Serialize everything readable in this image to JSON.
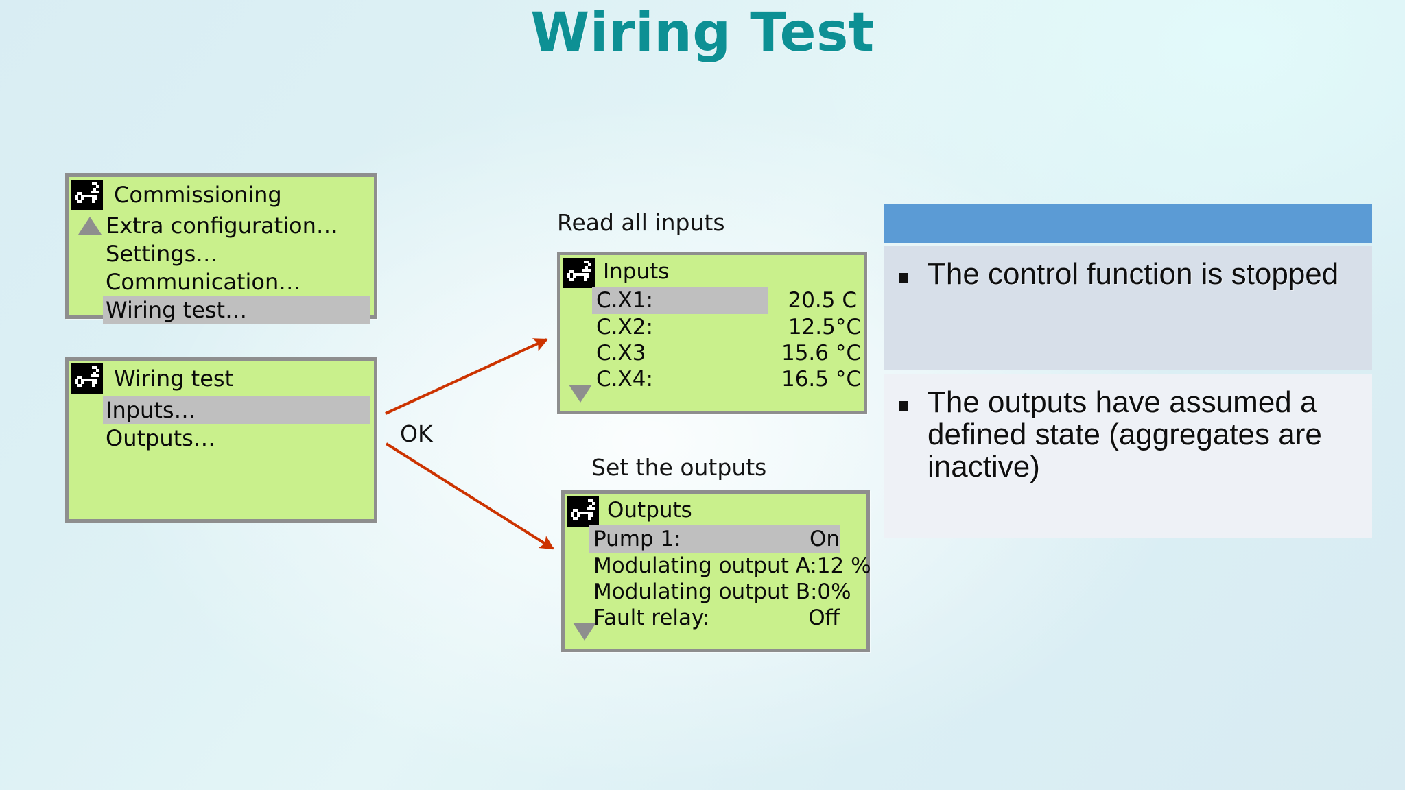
{
  "title": "Wiring Test",
  "theme": {
    "title_color": "#0d9094",
    "lcd_background": "#c9f08c",
    "lcd_border": "#8e8e8e",
    "lcd_selected": "#bfbfbf",
    "arrow_color": "#cc3300",
    "callout_header": "#5b9bd5",
    "callout_panel_1": "#d7dfe9",
    "callout_panel_2": "#eef1f6"
  },
  "menu_commissioning": {
    "icon": "wrench-dotmatrix-icon",
    "header": "Commissioning",
    "scroll_up_icon": "triangle-up-icon",
    "items": [
      {
        "label": "Extra configuration…",
        "selected": false
      },
      {
        "label": "Settings…",
        "selected": false
      },
      {
        "label": "Communication…",
        "selected": false
      },
      {
        "label": "Wiring test…",
        "selected": true
      }
    ]
  },
  "menu_wiring_test": {
    "icon": "wrench-dotmatrix-icon",
    "header": "Wiring test",
    "items": [
      {
        "label": "Inputs…",
        "selected": true
      },
      {
        "label": "Outputs…",
        "selected": false
      }
    ]
  },
  "transition": {
    "ok_label": "OK",
    "arrow_to_inputs": "arrow-ok-to-inputs",
    "arrow_to_outputs": "arrow-ok-to-outputs"
  },
  "inputs_section": {
    "caption": "Read all inputs",
    "panel": {
      "icon": "wrench-dotmatrix-icon",
      "header": "Inputs",
      "scroll_down_icon": "triangle-down-icon",
      "rows": [
        {
          "label": "C.X1:",
          "value": "20.5 C",
          "selected": true
        },
        {
          "label": "C.X2:",
          "value": "12.5°C",
          "selected": false
        },
        {
          "label": "C.X3",
          "value": "15.6 °C",
          "selected": false
        },
        {
          "label": "C.X4:",
          "value": "16.5 °C",
          "selected": false
        }
      ]
    }
  },
  "outputs_section": {
    "caption": "Set the outputs",
    "panel": {
      "icon": "wrench-dotmatrix-icon",
      "header": "Outputs",
      "scroll_down_icon": "triangle-down-icon",
      "rows": [
        {
          "label": "Pump 1:",
          "value": "On",
          "selected": true
        },
        {
          "label": "Modulating output A:",
          "value": "12 %",
          "selected": false
        },
        {
          "label": "Modulating output B:",
          "value": "0%",
          "selected": false
        },
        {
          "label": "Fault relay:",
          "value": "Off",
          "selected": false
        }
      ]
    }
  },
  "callout": {
    "bullets": [
      "The control function is stopped",
      "The outputs have assumed a defined state (aggregates are inactive)"
    ]
  }
}
